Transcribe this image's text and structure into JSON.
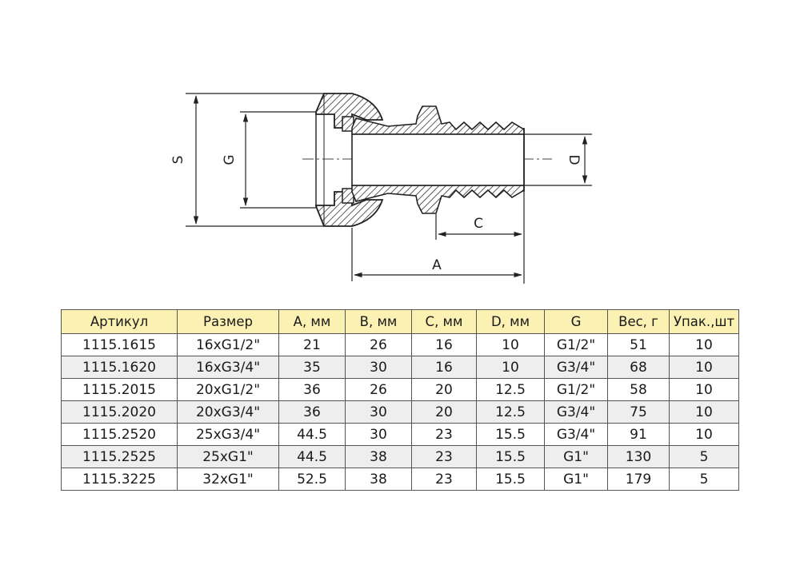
{
  "drawing": {
    "labels": {
      "s": "S",
      "g": "G",
      "d": "D",
      "c": "C",
      "a": "A"
    }
  },
  "table": {
    "headers": [
      "Артикул",
      "Размер",
      "A, мм",
      "B, мм",
      "C, мм",
      "D, мм",
      "G",
      "Вес, г",
      "Упак.,шт"
    ],
    "rows": [
      [
        "1115.1615",
        "16xG1/2\"",
        "21",
        "26",
        "16",
        "10",
        "G1/2\"",
        "51",
        "10"
      ],
      [
        "1115.1620",
        "16xG3/4\"",
        "35",
        "30",
        "16",
        "10",
        "G3/4\"",
        "68",
        "10"
      ],
      [
        "1115.2015",
        "20xG1/2\"",
        "36",
        "26",
        "20",
        "12.5",
        "G1/2\"",
        "58",
        "10"
      ],
      [
        "1115.2020",
        "20xG3/4\"",
        "36",
        "30",
        "20",
        "12.5",
        "G3/4\"",
        "75",
        "10"
      ],
      [
        "1115.2520",
        "25xG3/4\"",
        "44.5",
        "30",
        "23",
        "15.5",
        "G3/4\"",
        "91",
        "10"
      ],
      [
        "1115.2525",
        "25xG1\"",
        "44.5",
        "38",
        "23",
        "15.5",
        "G1\"",
        "130",
        "5"
      ],
      [
        "1115.3225",
        "32xG1\"",
        "52.5",
        "38",
        "23",
        "15.5",
        "G1\"",
        "179",
        "5"
      ]
    ]
  }
}
